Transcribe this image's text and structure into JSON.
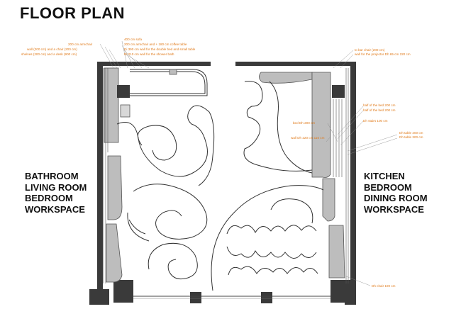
{
  "title": "FLOOR PLAN",
  "zones": {
    "left": [
      "BATHROOM",
      "LIVING ROOM",
      "BEDROOM",
      "WORKSPACE"
    ],
    "right": [
      "KITCHEN",
      "BEDROOM",
      "DINING ROOM",
      "WORKSPACE"
    ]
  },
  "annotations": {
    "left_top": [
      "200 cm armchair",
      "wall (200 cm) and a chair (200 cm)",
      "shelves (200 cm) and a desk (900 cm)"
    ],
    "center_top": [
      "400 cm sofa",
      "200 cm armchair and + 180 cm coffee table",
      "Di 390 cm wall for the double bed and small table",
      "Di 210 cm wall for the shower bath"
    ],
    "right_top": [
      "to bar chair (200 cm)",
      "wall for the projector Dh 65 cm 220 cm"
    ],
    "right_mid": [
      "half of the bed 200 cm",
      "half of the bed 200 cm",
      "bed Dh 200 cm",
      "Dh stairs 100 cm",
      "wall Dh 220 cm 110 cm"
    ],
    "right_side": [
      "Dh table 200 cm",
      "Dh table 300 cm"
    ],
    "right_bottom": [
      "Dh chair 100 cm"
    ]
  },
  "colors": {
    "wall": "#3a3a3a",
    "furniture": "#bdbdbd",
    "annotation": "#e07a1a"
  }
}
